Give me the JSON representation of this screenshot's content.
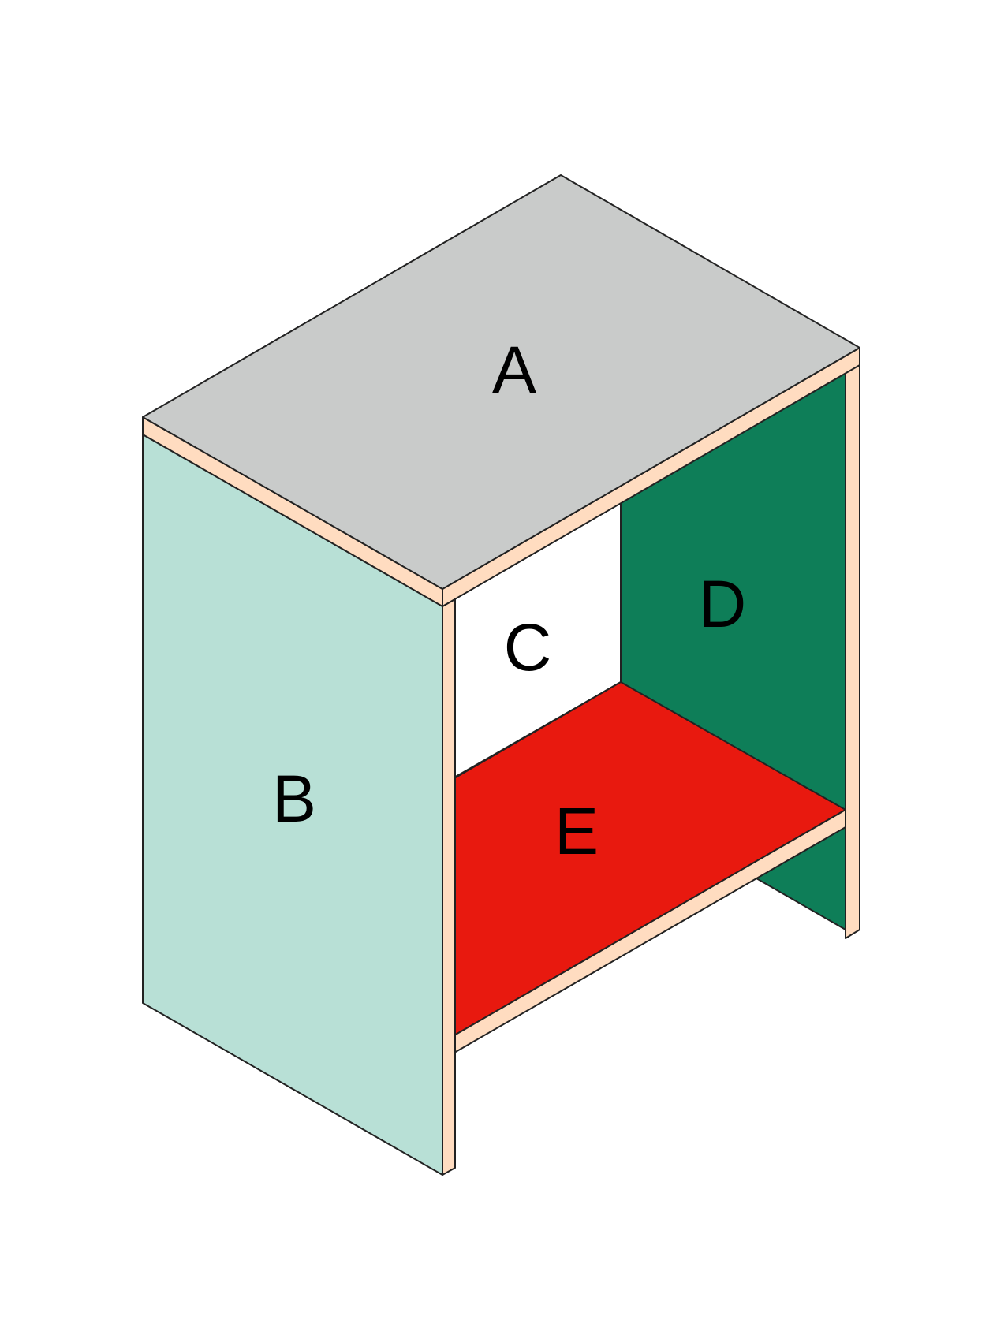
{
  "panels": {
    "top": {
      "label": "A",
      "color": "#c9cbca"
    },
    "left": {
      "label": "B",
      "color": "#b8e0d6"
    },
    "back": {
      "label": "C",
      "color": "#ffffff"
    },
    "right": {
      "label": "D",
      "color": "#0e7e58"
    },
    "bottom": {
      "label": "E",
      "color": "#e8190f"
    }
  },
  "edge_color": "#ffdcc0"
}
